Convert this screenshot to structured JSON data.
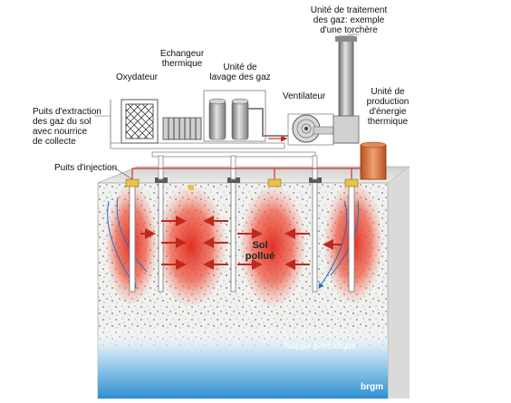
{
  "labels": {
    "treatment_unit": "Unité de traitement\ndes gaz: exemple\nd'une torchère",
    "heat_exchanger": "Echangeur\nthermique",
    "oxidizer": "Oxydateur",
    "gas_wash": "Unité de\nlavage des gaz",
    "fan": "Ventilateur",
    "thermal_unit": "Unité de\nproduction\nd'énergie\nthermique",
    "extraction_wells": "Puits d'extraction\ndes gaz du sol\navec nourrice\nde collecte",
    "injection_wells": "Puits d'injection",
    "polluted_soil": "Sol\npollué",
    "water_table": "Nappe phréatique",
    "logo": "brgm"
  },
  "colors": {
    "heat_red": "#e83a2a",
    "water_blue": "#3a9ad6",
    "soil": "#f0f0ee",
    "pipe_red": "#d8302a",
    "injection_yellow": "#e9c24a",
    "thermal_unit": "#d9773f"
  }
}
